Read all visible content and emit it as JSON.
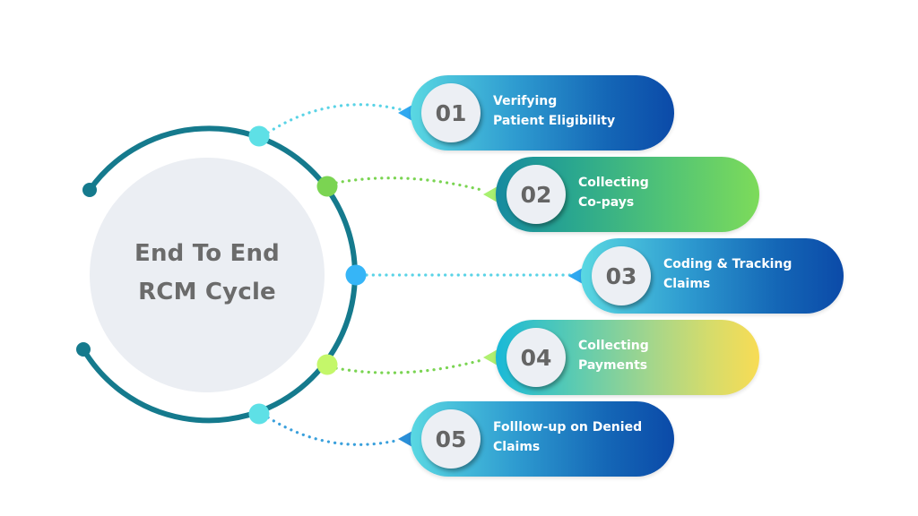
{
  "title": {
    "line1": "End To End",
    "line2": "RCM Cycle"
  },
  "colors": {
    "ring": "#157a8d",
    "center_fill": "#ebeef3",
    "title_text": "#6b6b6b",
    "number_text": "#656565"
  },
  "steps": [
    {
      "number": "01",
      "line1": "Verifying",
      "line2": "Patient Eligibility",
      "node_color": "#5ee0e6",
      "connector_color": "#5ad3e6",
      "pointer_color": "#2fa8f0"
    },
    {
      "number": "02",
      "line1": "Collecting",
      "line2": "Co-pays",
      "node_color": "#7bd452",
      "connector_color": "#7ad452",
      "pointer_color": "#a8f070"
    },
    {
      "number": "03",
      "line1": "Coding & Tracking",
      "line2": "Claims",
      "node_color": "#36b5f7",
      "connector_color": "#5ad3e6",
      "pointer_color": "#2fa8f0"
    },
    {
      "number": "04",
      "line1": "Collecting",
      "line2": "Payments",
      "node_color": "#c4f76a",
      "connector_color": "#7ad452",
      "pointer_color": "#b0f070"
    },
    {
      "number": "05",
      "line1": "Folllow-up on Denied",
      "line2": "Claims",
      "node_color": "#5ee0e6",
      "connector_color": "#3aa0dc",
      "pointer_color": "#2a8fd8"
    }
  ]
}
